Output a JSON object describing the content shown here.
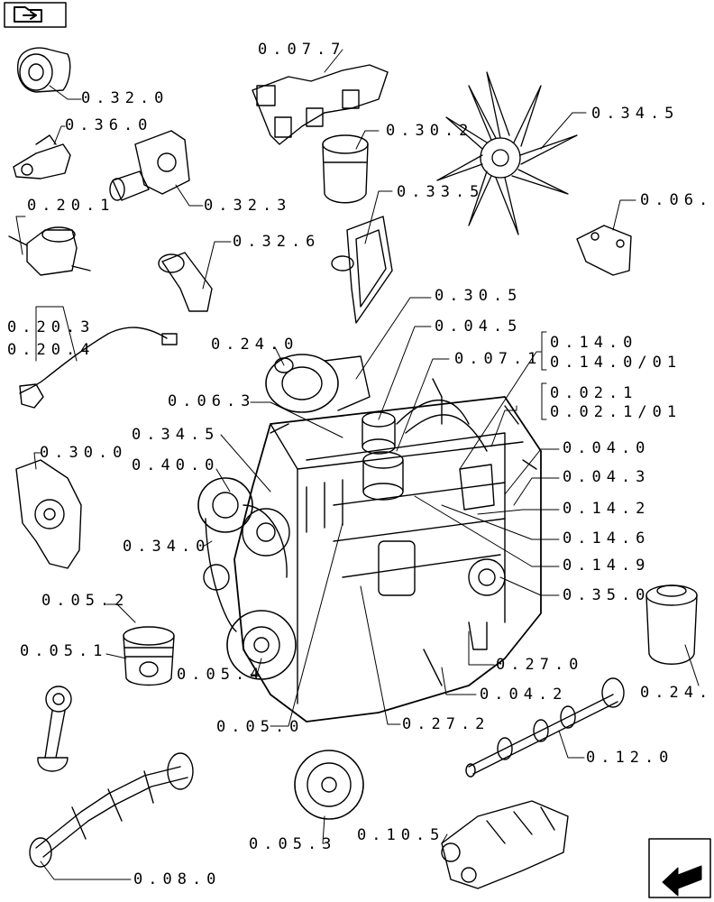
{
  "navigation": {
    "back_icon": "folder-arrow-icon",
    "next_icon": "arrow-next-icon"
  },
  "labels": {
    "l_0320": "0.32.0",
    "l_0360": "0.36.0",
    "l_0201": "0.20.1",
    "l_0323": "0.32.3",
    "l_0326": "0.32.6",
    "l_0203": "0.20.3",
    "l_0204": "0.20.4",
    "l_0300": "0.30.0",
    "l_0077": "0.07.7",
    "l_0302": "0.30.2",
    "l_0345": "0.34.5",
    "l_0335": "0.33.5",
    "l_006": "0.06.",
    "l_0305": "0.30.5",
    "l_0045": "0.04.5",
    "l_0071": "0.07.1",
    "l_0140": "0.14.0",
    "l_014001": "0.14.0/01",
    "l_0240": "0.24.0",
    "l_0063": "0.06.3",
    "l_0021": "0.02.1",
    "l_002101": "0.02.1/01",
    "l_0345b": "0.34.5",
    "l_0400": "0.40.0",
    "l_0040": "0.04.0",
    "l_0043": "0.04.3",
    "l_0142": "0.14.2",
    "l_0146": "0.14.6",
    "l_0149": "0.14.9",
    "l_0340": "0.34.0",
    "l_0350": "0.35.0",
    "l_0052": "0.05.2",
    "l_0051": "0.05.1",
    "l_0054": "0.05.4",
    "l_0270": "0.27.0",
    "l_0042": "0.04.2",
    "l_024": "0.24.",
    "l_0050": "0.05.0",
    "l_0272": "0.27.2",
    "l_0120": "0.12.0",
    "l_0053": "0.05.3",
    "l_0105": "0.10.5",
    "l_0080": "0.08.0"
  }
}
